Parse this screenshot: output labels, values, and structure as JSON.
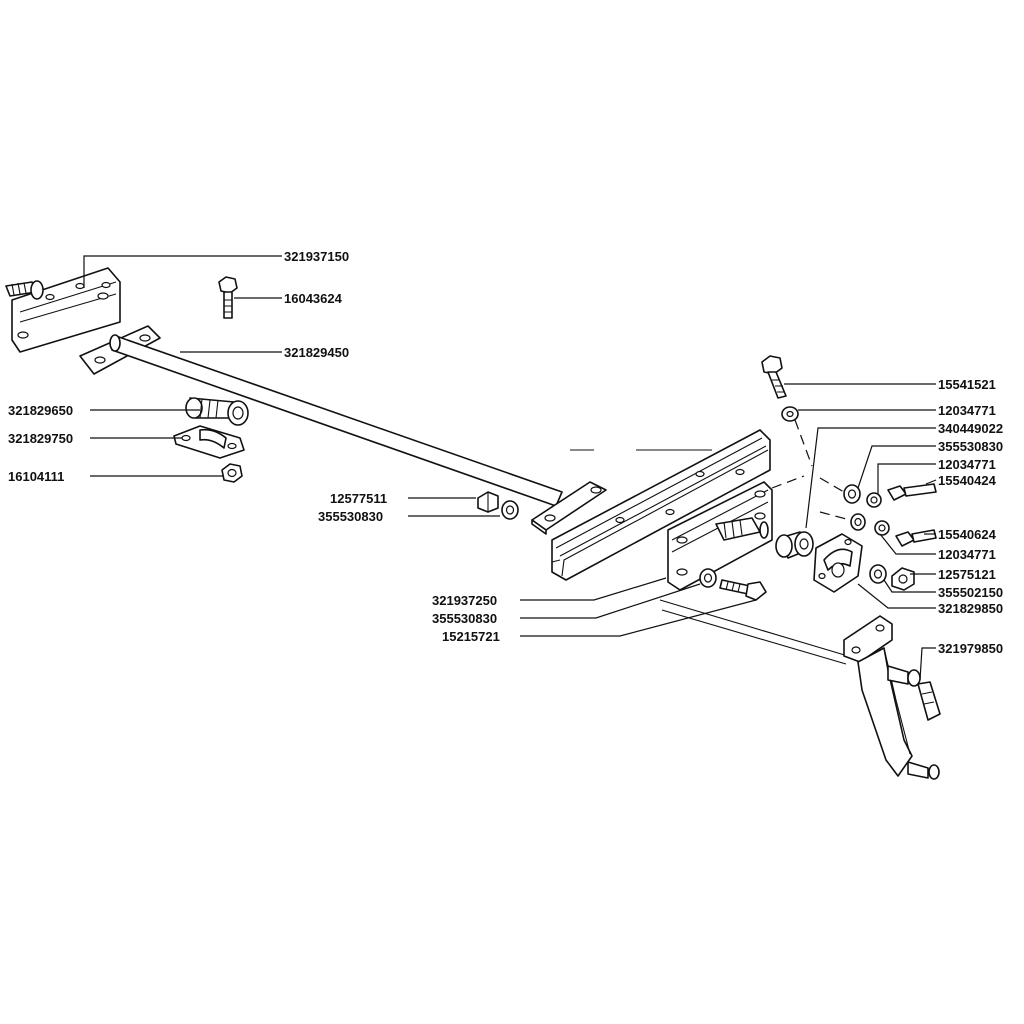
{
  "labels": {
    "l321937150": "321937150",
    "l16043624": "16043624",
    "l321829450": "321829450",
    "l321829650": "321829650",
    "l321829750": "321829750",
    "l16104111": "16104111",
    "l12577511": "12577511",
    "l355530830a": "355530830",
    "l15541521": "15541521",
    "l12034771a": "12034771",
    "l340449022": "340449022",
    "l355530830b": "355530830",
    "l12034771b": "12034771",
    "l15540424": "15540424",
    "l15540624": "15540624",
    "l12034771c": "12034771",
    "l12575121": "12575121",
    "l355502150": "355502150",
    "l321829850": "321829850",
    "l321937250": "321937250",
    "l355530830c": "355530830",
    "l15215721": "15215721",
    "l321979850": "321979850"
  }
}
